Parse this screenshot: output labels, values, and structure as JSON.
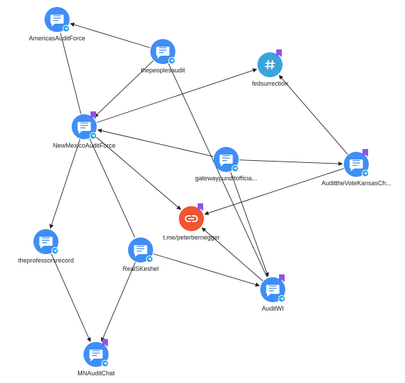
{
  "colors": {
    "channel": "#3f8ef5",
    "hashtag": "#3aa4dc",
    "link": "#ee5632",
    "telegram_badge": "#2aa3e4",
    "flag": "#8a56e8",
    "edge": "#222222"
  },
  "icons": {
    "channel": "chat-bubble-icon",
    "hashtag": "hashtag-icon",
    "link": "link-icon",
    "telegram": "telegram-badge-icon",
    "flag": "flag-icon"
  },
  "nodes": [
    {
      "id": "americas",
      "label": "AmericasAuditForce",
      "kind": "channel",
      "telegram": true,
      "flag": false
    },
    {
      "id": "peoples",
      "label": "thepeoplesaudit",
      "kind": "channel",
      "telegram": true,
      "flag": false
    },
    {
      "id": "fedsurrection",
      "label": "fedsurrection",
      "kind": "hashtag",
      "telegram": false,
      "flag": true
    },
    {
      "id": "newmexico",
      "label": "NewMexicoAuditForce",
      "kind": "channel",
      "telegram": true,
      "flag": true
    },
    {
      "id": "gateway",
      "label": "gatewaypunditofficia...",
      "kind": "channel",
      "telegram": true,
      "flag": false
    },
    {
      "id": "kansas",
      "label": "AudittheVoteKansasCh...",
      "kind": "channel",
      "telegram": true,
      "flag": true
    },
    {
      "id": "peter",
      "label": "t.me/peterbernegger",
      "kind": "link",
      "telegram": false,
      "flag": true
    },
    {
      "id": "professors",
      "label": "theprofessorsrecord",
      "kind": "channel",
      "telegram": true,
      "flag": false
    },
    {
      "id": "realsk",
      "label": "RealSKeshel",
      "kind": "channel",
      "telegram": true,
      "flag": false
    },
    {
      "id": "auditwi",
      "label": "AuditWI",
      "kind": "channel",
      "telegram": true,
      "flag": true
    },
    {
      "id": "mnaudit",
      "label": "MNAuditChat",
      "kind": "channel",
      "telegram": true,
      "flag": true
    }
  ],
  "edges": [
    {
      "from": "newmexico",
      "to": "americas",
      "arrow": false
    },
    {
      "from": "peoples",
      "to": "americas",
      "arrow": true
    },
    {
      "from": "peoples",
      "to": "newmexico",
      "arrow": true
    },
    {
      "from": "peoples",
      "to": "auditwi",
      "arrow": false
    },
    {
      "from": "newmexico",
      "to": "fedsurrection",
      "arrow": true
    },
    {
      "from": "kansas",
      "to": "fedsurrection",
      "arrow": true
    },
    {
      "from": "gateway",
      "to": "newmexico",
      "arrow": true
    },
    {
      "from": "gateway",
      "to": "kansas",
      "arrow": true
    },
    {
      "from": "gateway",
      "to": "auditwi",
      "arrow": true
    },
    {
      "from": "kansas",
      "to": "peter",
      "arrow": true
    },
    {
      "from": "newmexico",
      "to": "peter",
      "arrow": true
    },
    {
      "from": "newmexico",
      "to": "professors",
      "arrow": true
    },
    {
      "from": "newmexico",
      "to": "realsk",
      "arrow": false
    },
    {
      "from": "realsk",
      "to": "auditwi",
      "arrow": true
    },
    {
      "from": "auditwi",
      "to": "peter",
      "arrow": true
    },
    {
      "from": "professors",
      "to": "mnaudit",
      "arrow": true
    },
    {
      "from": "realsk",
      "to": "mnaudit",
      "arrow": true
    }
  ]
}
